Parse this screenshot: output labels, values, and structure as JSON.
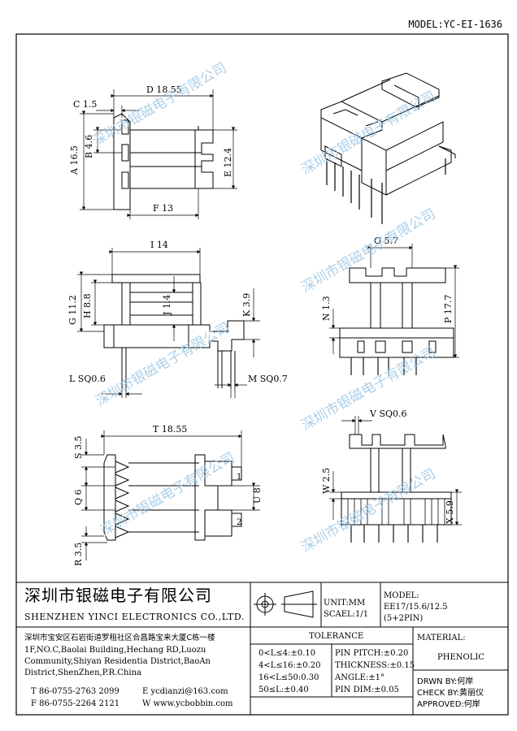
{
  "model_label": "MODEL:YC-EI-1636",
  "watermark": "深圳市银磁电子有限公司",
  "dims": {
    "d": "D 18.55",
    "c": "C 1.5",
    "a": "A 16.5",
    "b": "B 4.6",
    "e": "E 12.4",
    "f": "F 13",
    "i": "I 14",
    "o": "O 5.7",
    "g": "G 11.2",
    "h": "H 8.8",
    "j": "J 1.4",
    "k": "K 3.9",
    "n": "N 1.3",
    "p": "P 17.7",
    "l": "L SQ0.6",
    "m": "M SQ0.7",
    "t": "T 18.55",
    "v": "V SQ0.6",
    "s": "S 3.5",
    "q": "Q 6",
    "u": "U 8",
    "r": "R 3.5",
    "w": "W 2.5",
    "x": "X 5.9"
  },
  "titleblock": {
    "company_cn": "深圳市银磁电子有限公司",
    "company_en": "SHENZHEN YINCI ELECTRONICS CO.,LTD.",
    "address_cn": "深圳市宝安区石岩街道罗租社区合昌路宝来大厦C栋一楼",
    "address_en1": "1F,NO.C,Baolai Building,Hechang RD,Luozu",
    "address_en2": "Community,Shiyan Residentia District,BaoAn",
    "address_en3": "District,ShenZhen,P.R.China",
    "tel": "T 86-0755-2763 2099",
    "fax": "F 86-0755-2264 2121",
    "email": "E ycdianzi@163.com",
    "web": "W www.ycbobbin.com",
    "unit": "UNIT:MM",
    "scale": "SCAEL:1/1",
    "model_header": "MODEL:",
    "model_value1": "EE17/15.6/12.5",
    "model_value2": "(5+2PIN)",
    "tolerance_title": "TOLERANCE",
    "tol": [
      "0<L≤4:±0.10",
      "4<L≤16:±0.20",
      "16<L≤50:0.30",
      "50≤L:±0.40"
    ],
    "pin": [
      "PIN PITCH:±0.20",
      "THICKNESS:±0.15",
      "ANGLE:±1°",
      "PIN DIM:±0.05"
    ],
    "material_title": "MATERIAL:",
    "material": "PHENOLIC",
    "drawn": "DRWN BY:何岸",
    "check": "CHECK BY:黄丽仪",
    "approved": "APPROVED:何岸"
  }
}
